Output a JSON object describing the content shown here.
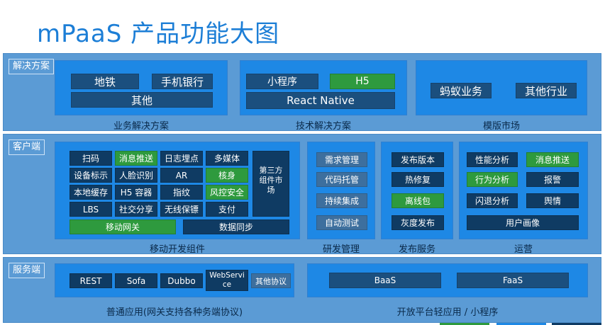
{
  "title": "mPaaS 产品功能大图",
  "layers": {
    "solution": {
      "label": "解决方案",
      "business": {
        "caption": "业务解决方案",
        "items": [
          "地铁",
          "手机银行",
          "其他"
        ]
      },
      "tech": {
        "caption": "技术解决方案",
        "items": [
          "小程序",
          "H5",
          "React Native"
        ]
      },
      "template": {
        "caption": "模版市场",
        "items": [
          "蚂蚁业务",
          "其他行业"
        ]
      }
    },
    "client": {
      "label": "客户端",
      "mobile": {
        "caption": "移动开发组件",
        "grid": [
          [
            "扫码",
            "消息推送",
            "日志埋点",
            "多媒体"
          ],
          [
            "设备标示",
            "人脸识别",
            "AR",
            "核身"
          ],
          [
            "本地缓存",
            "H5 容器",
            "指纹",
            "风控安全"
          ],
          [
            "LBS",
            "社交分享",
            "无线保镖",
            "支付"
          ]
        ],
        "third_party": "第三方组件市场",
        "gateway": "移动网关",
        "sync": "数据同步"
      },
      "devmgmt": {
        "caption": "研发管理",
        "items": [
          "需求管理",
          "代码托管",
          "持续集成",
          "自动测试"
        ]
      },
      "release": {
        "caption": "发布服务",
        "items": [
          "发布版本",
          "热修复",
          "离线包",
          "灰度发布"
        ]
      },
      "ops": {
        "caption": "运营",
        "items": [
          "性能分析",
          "消息推送",
          "行为分析",
          "报警",
          "闪退分析",
          "舆情"
        ],
        "wide": "用户画像"
      }
    },
    "server": {
      "label": "服务端",
      "common": {
        "caption": "普通应用(网关支持各种务端协议)",
        "items": [
          "REST",
          "Sofa",
          "Dubbo",
          "WebService",
          "其他协议"
        ]
      },
      "open": {
        "caption": "开放平台轻应用 / 小程序",
        "items": [
          "BaaS",
          "FaaS"
        ]
      }
    }
  },
  "colors": {
    "title": "#1c7ed6",
    "layer": "#5b9bd5",
    "panel": "#1e88e5",
    "box": "#1b4f7e",
    "highlight": "#2e9a3e"
  }
}
